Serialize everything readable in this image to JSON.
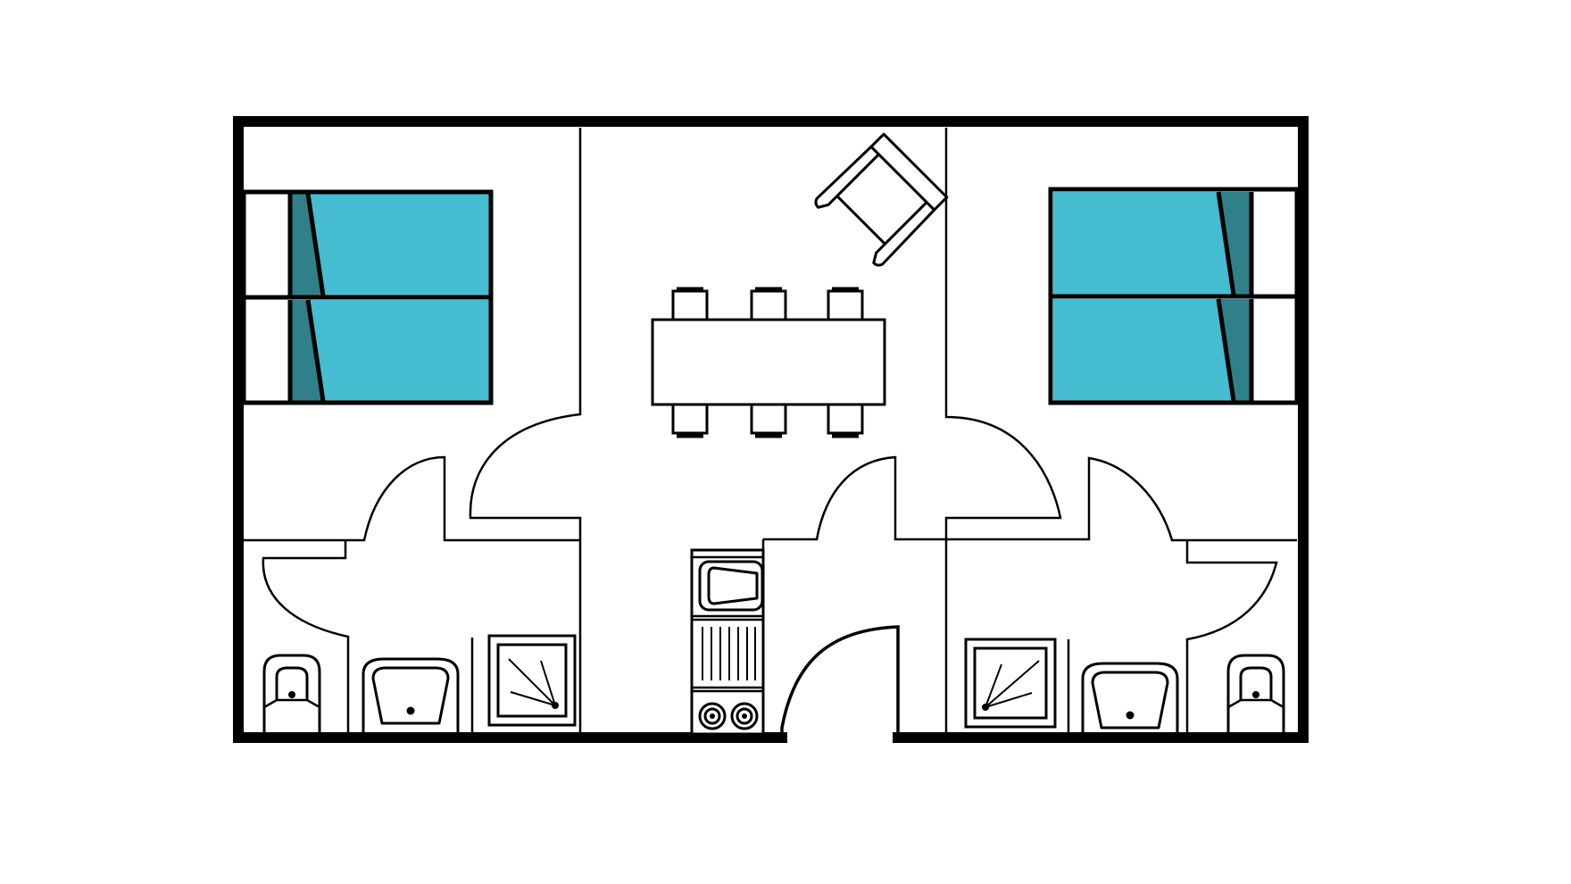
{
  "plan": {
    "colors": {
      "background": "#ffffff",
      "wall": "#000000",
      "mattress": "#45bcd0",
      "pillow": "#2f8089",
      "fixture": "#ffffff"
    },
    "rooms": [
      "bedroom-left",
      "living-dining",
      "bedroom-right",
      "bathroom-left",
      "kitchenette",
      "bathroom-right"
    ],
    "furniture": {
      "beds": 4,
      "dining_chairs": 6,
      "armchairs": 1,
      "toilets": 2,
      "sinks": 2,
      "showers": 2,
      "stove_burners": 2
    },
    "icons": [
      "bed-icon",
      "dining-table-icon",
      "chair-icon",
      "armchair-icon",
      "toilet-icon",
      "sink-icon",
      "shower-icon",
      "stove-icon",
      "door-swing-icon"
    ]
  }
}
